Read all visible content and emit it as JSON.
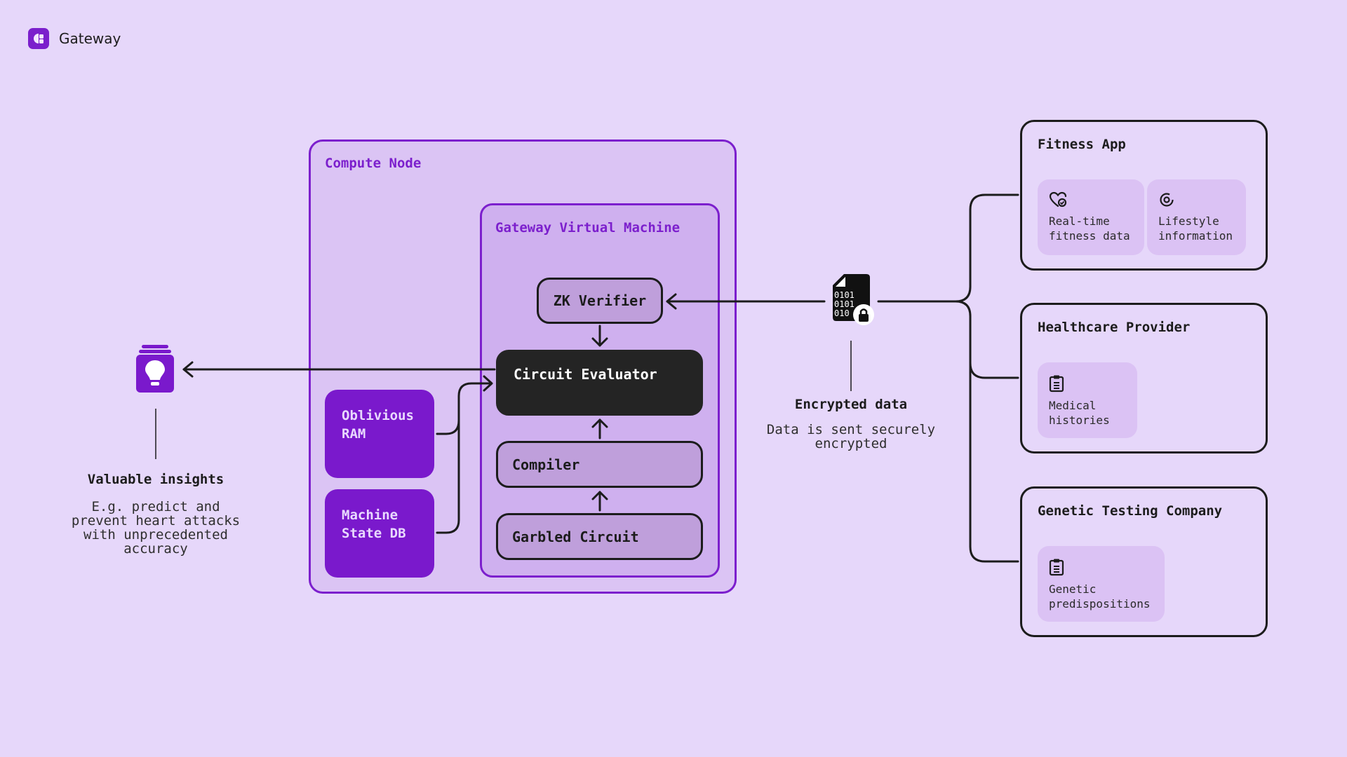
{
  "brand": {
    "name": "Gateway"
  },
  "compute_node": {
    "title": "Compute Node",
    "vm": {
      "title": "Gateway Virtual Machine",
      "zk_verifier": "ZK Verifier",
      "circuit_evaluator": "Circuit Evaluator",
      "compiler": "Compiler",
      "garbled_circuit": "Garbled Circuit"
    },
    "oblivious_ram": [
      "Oblivious",
      "RAM"
    ],
    "machine_state_db": [
      "Machine",
      "State DB"
    ]
  },
  "insights": {
    "icon": "lightbulb-stack-icon",
    "title": "Valuable insights",
    "desc": [
      "E.g. predict and",
      "prevent heart attacks",
      "with unprecedented",
      "accuracy"
    ]
  },
  "encrypted": {
    "icon": "encrypted-file-icon",
    "binary": [
      "0101",
      "0101",
      "010"
    ],
    "title": "Encrypted data",
    "desc": [
      "Data is sent securely",
      "encrypted"
    ]
  },
  "sources": [
    {
      "title": "Fitness App",
      "chips": [
        {
          "icon": "heart-icon",
          "lines": [
            "Real-time",
            "fitness data"
          ]
        },
        {
          "icon": "target-icon",
          "lines": [
            "Lifestyle",
            "information"
          ]
        }
      ]
    },
    {
      "title": "Healthcare Provider",
      "chips": [
        {
          "icon": "clipboard-icon",
          "lines": [
            "Medical",
            "histories"
          ]
        }
      ]
    },
    {
      "title": "Genetic Testing Company",
      "chips": [
        {
          "icon": "clipboard-icon",
          "lines": [
            "Genetic",
            "predispositions"
          ]
        }
      ]
    }
  ],
  "colors": {
    "background": "#e6d7fa",
    "accent": "#7c1fcd",
    "dark": "#242424"
  }
}
